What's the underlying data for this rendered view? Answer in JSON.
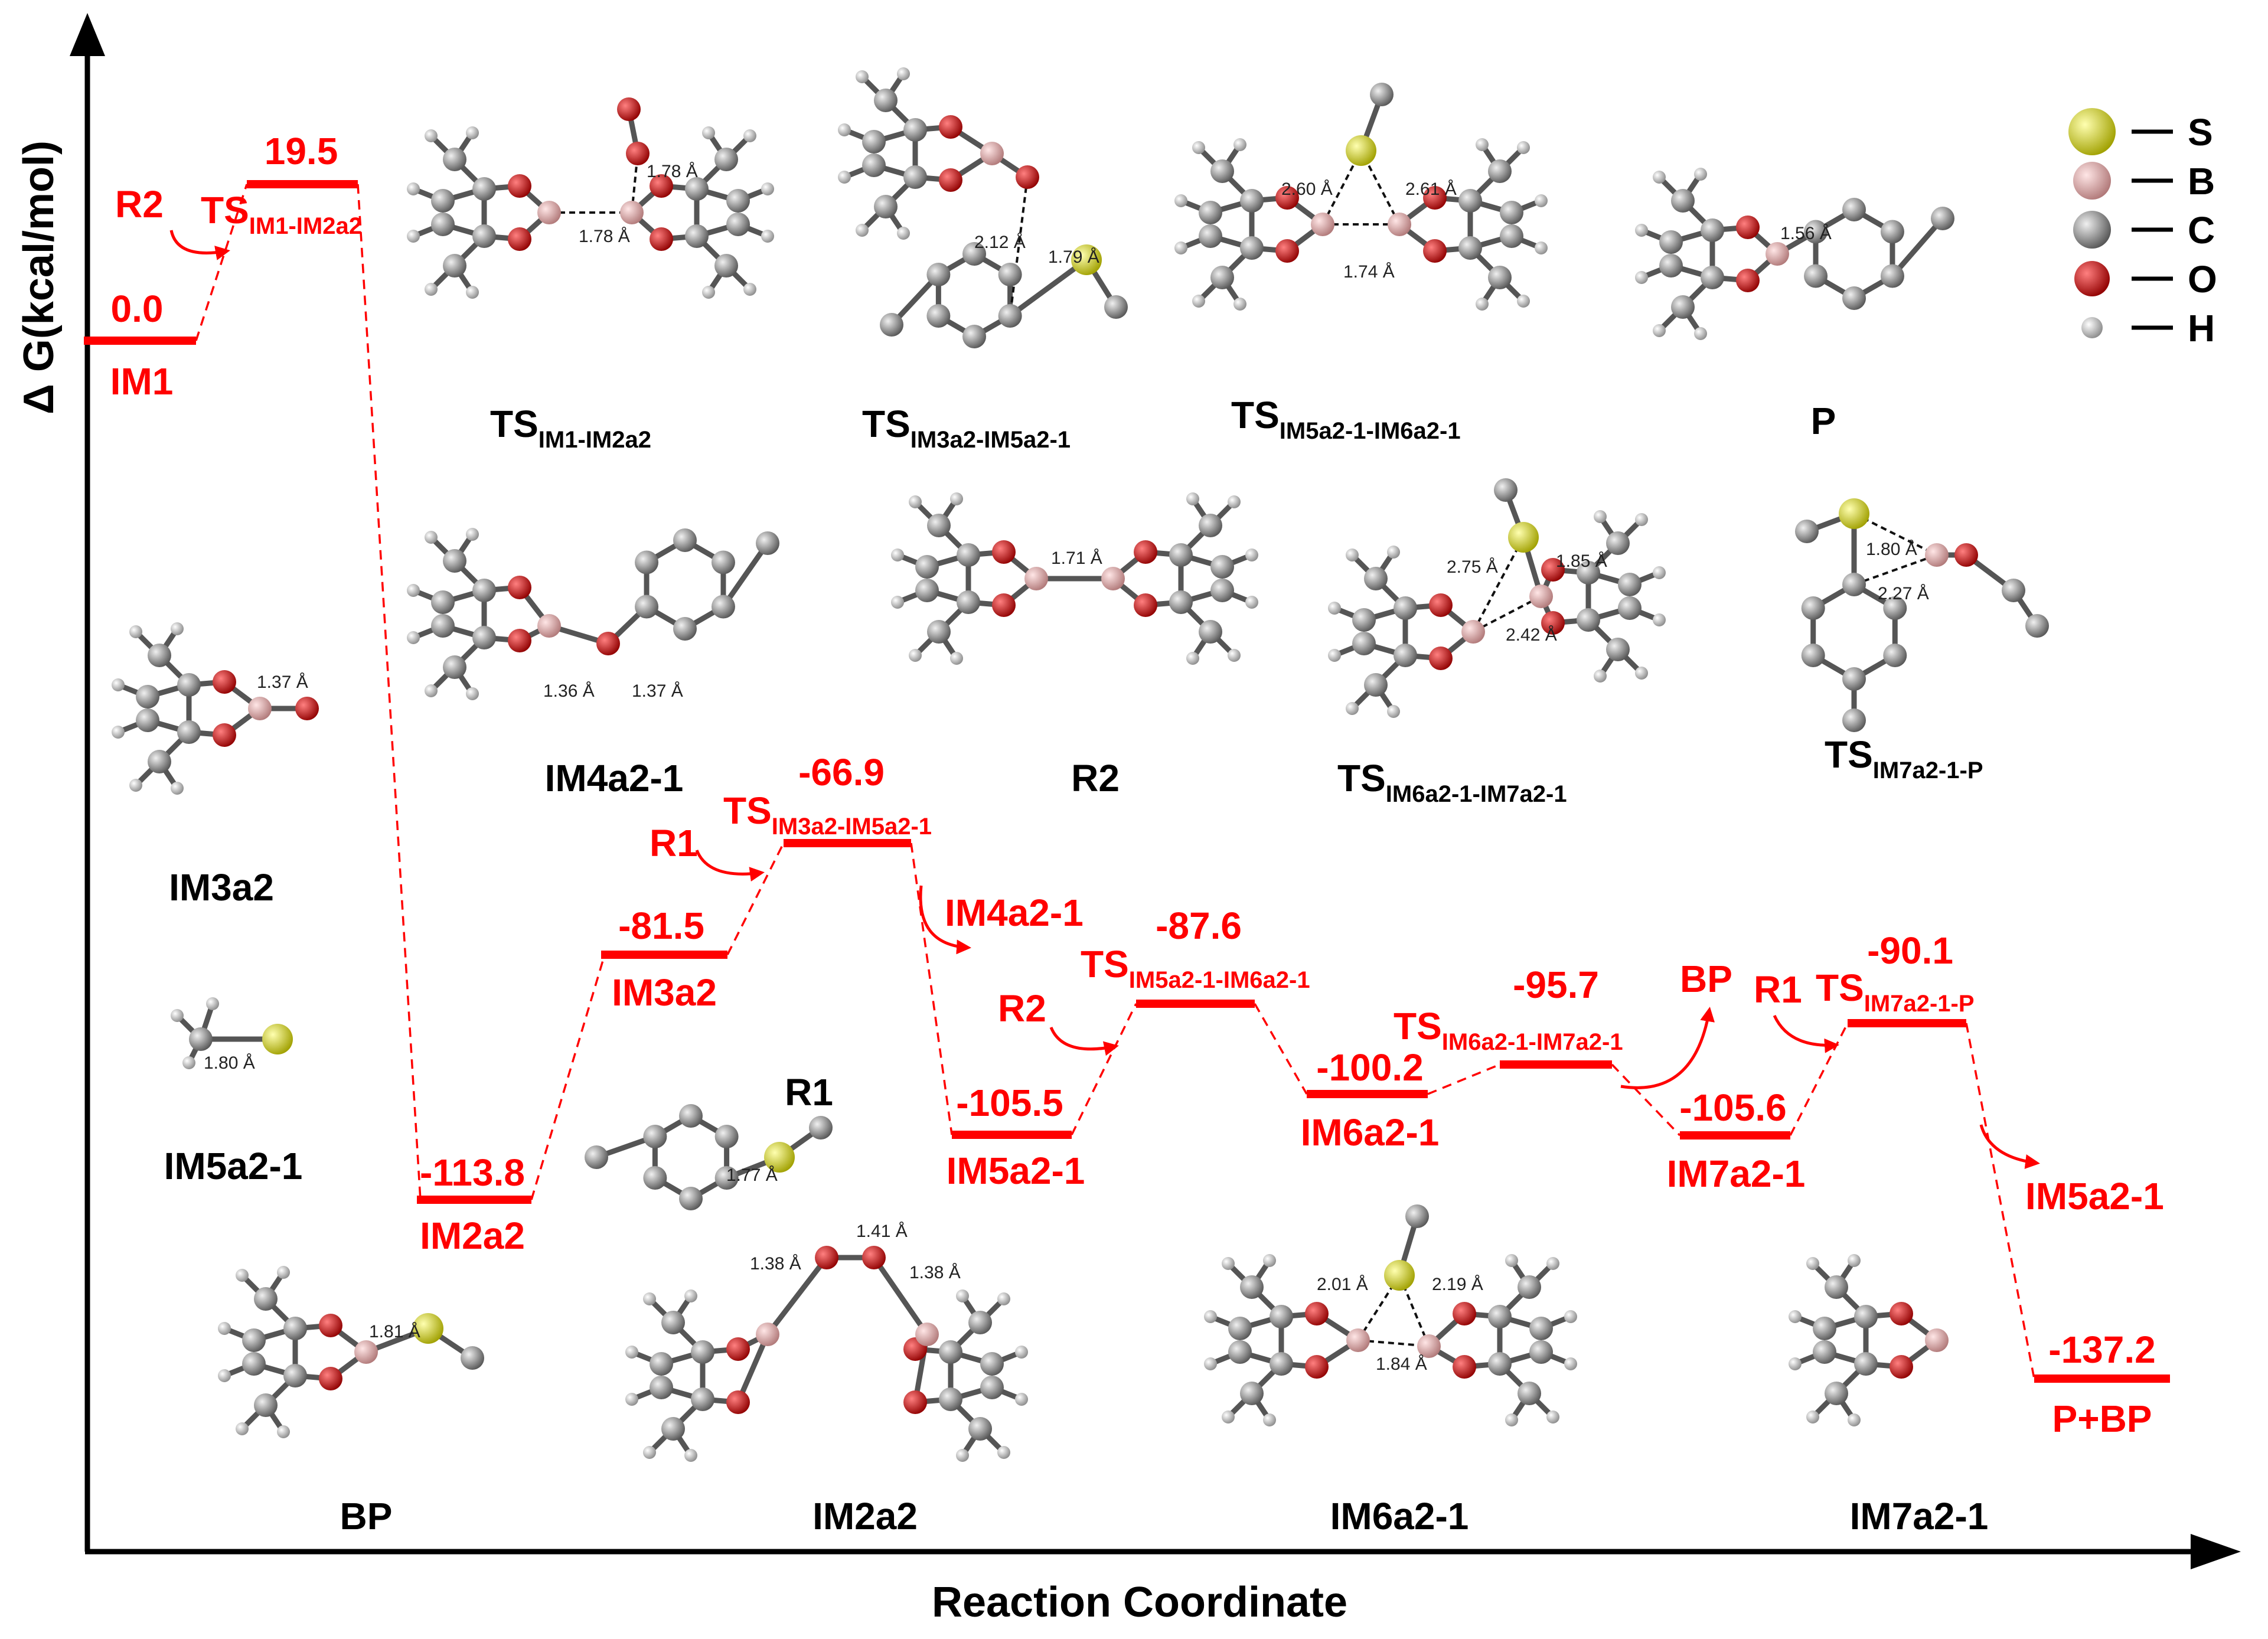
{
  "axes": {
    "y_label": "Δ G(kcal/mol)",
    "x_label": "Reaction Coordinate"
  },
  "legend": [
    {
      "symbol": "S",
      "color": "#d8d800"
    },
    {
      "symbol": "B",
      "color": "#e0a8a8"
    },
    {
      "symbol": "C",
      "color": "#a6a6a6"
    },
    {
      "symbol": "O",
      "color": "#d01010"
    },
    {
      "symbol": "H",
      "color": "#d8d8d8"
    }
  ],
  "energy_levels": {
    "im1": {
      "value": "0.0",
      "name": "IM1"
    },
    "ts1": {
      "value": "19.5",
      "name": "TS",
      "sub": "IM1-IM2a2"
    },
    "im2": {
      "value": "-113.8",
      "name": "IM2a2"
    },
    "im3": {
      "value": "-81.5",
      "name": "IM3a2"
    },
    "ts2": {
      "value": "-66.9",
      "name": "TS",
      "sub": "IM3a2-IM5a2-1"
    },
    "im5": {
      "value": "-105.5",
      "name": "IM5a2-1"
    },
    "ts3": {
      "value": "-87.6",
      "name": "TS",
      "sub": "IM5a2-1-IM6a2-1"
    },
    "im6": {
      "value": "-100.2",
      "name": "IM6a2-1"
    },
    "ts4": {
      "value": "-95.7",
      "name": "TS",
      "sub": "IM6a2-1-IM7a2-1"
    },
    "im7": {
      "value": "-105.6",
      "name": "IM7a2-1"
    },
    "ts5": {
      "value": "-90.1",
      "name": "TS",
      "sub": "IM7a2-1-P"
    },
    "prod": {
      "value": "-137.2",
      "name": "P+BP"
    }
  },
  "arrow_labels": {
    "r2_a": "R2",
    "r1_a": "R1",
    "im4_out": "IM4a2-1",
    "r2_b": "R2",
    "bp_out": "BP",
    "r1_b": "R1",
    "im5_out": "IM5a2-1"
  },
  "structures": {
    "ts1": {
      "name": "TS",
      "sub": "IM1-IM2a2",
      "d": [
        "1.78 Å",
        "1.78 Å"
      ]
    },
    "ts2": {
      "name": "TS",
      "sub": "IM3a2-IM5a2-1",
      "d": [
        "2.12 Å",
        "1.79 Å"
      ]
    },
    "ts3": {
      "name": "TS",
      "sub": "IM5a2-1-IM6a2-1",
      "d": [
        "2.60 Å",
        "2.61 Å",
        "1.74 Å"
      ]
    },
    "p": {
      "name": "P",
      "d": [
        "1.56 Å"
      ]
    },
    "im3": {
      "name": "IM3a2",
      "d": [
        "1.37 Å"
      ]
    },
    "im4": {
      "name": "IM4a2-1",
      "d": [
        "1.36 Å",
        "1.37 Å"
      ]
    },
    "r2": {
      "name": "R2",
      "d": [
        "1.71 Å"
      ]
    },
    "ts4": {
      "name": "TS",
      "sub": "IM6a2-1-IM7a2-1",
      "d": [
        "2.75 Å",
        "1.85 Å",
        "2.42 Å"
      ]
    },
    "ts5": {
      "name": "TS",
      "sub": "IM7a2-1-P",
      "d": [
        "1.80 Å",
        "2.27 Å"
      ]
    },
    "im5": {
      "name": "IM5a2-1",
      "d": [
        "1.80 Å"
      ]
    },
    "r1": {
      "name": "R1",
      "d": [
        "1.77 Å"
      ]
    },
    "bp": {
      "name": "BP",
      "d": [
        "1.81 Å"
      ]
    },
    "im2": {
      "name": "IM2a2",
      "d": [
        "1.38 Å",
        "1.41 Å",
        "1.38 Å"
      ]
    },
    "im6": {
      "name": "IM6a2-1",
      "d": [
        "2.01 Å",
        "2.19 Å",
        "1.84 Å"
      ]
    },
    "im7": {
      "name": "IM7a2-1"
    }
  }
}
